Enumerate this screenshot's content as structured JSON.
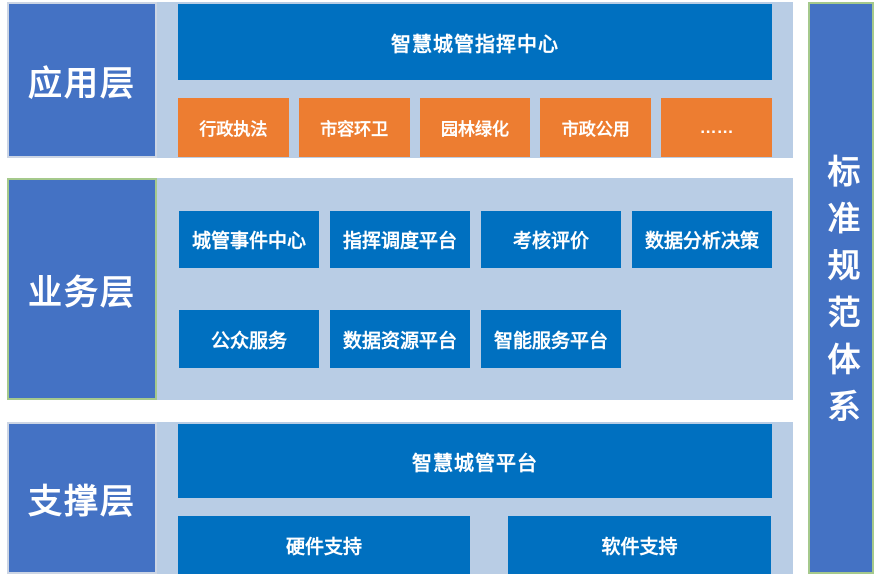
{
  "layers": {
    "application": {
      "label": "应用层",
      "main_box": "智慧城管指挥中心",
      "modules": [
        "行政执法",
        "市容环卫",
        "园林绿化",
        "市政公用",
        "……"
      ]
    },
    "business": {
      "label": "业务层",
      "row1": [
        "城管事件中心",
        "指挥调度平台",
        "考核评价",
        "数据分析决策"
      ],
      "row2": [
        "公众服务",
        "数据资源平台",
        "智能服务平台"
      ]
    },
    "support": {
      "label": "支撑层",
      "main_box": "智慧城管平台",
      "modules": [
        "硬件支持",
        "软件支持"
      ]
    }
  },
  "sidebar": {
    "label": "标准规范体系"
  },
  "colors": {
    "layer_label_blue": "#4472C4",
    "content_box_blue": "#0070C0",
    "strip_light_blue": "#B9CDE5",
    "module_orange": "#ED7D31",
    "accent_green_border": "#A5C98C"
  }
}
